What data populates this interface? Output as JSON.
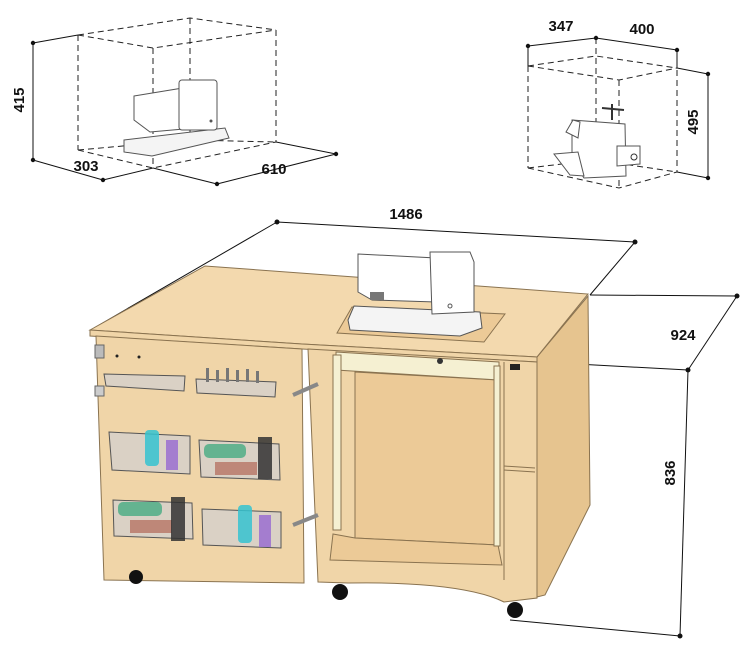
{
  "diagram": {
    "subject": "Sewing cabinet with machine dimensions",
    "sewing_machine_box": {
      "height_label": "415",
      "depth_label": "303",
      "width_label": "610"
    },
    "overlocker_box": {
      "depth_label": "347",
      "width_label": "400",
      "height_label": "495"
    },
    "cabinet": {
      "width_label": "1486",
      "depth_label": "924",
      "height_label": "836"
    },
    "colors": {
      "wood": "#f0d5a8",
      "bin_teal": "#35c3d0",
      "bin_purple": "#9a6ed0",
      "bin_green": "#4fae86",
      "bin_brown": "#b97a6a",
      "bin_black": "#333333"
    }
  }
}
